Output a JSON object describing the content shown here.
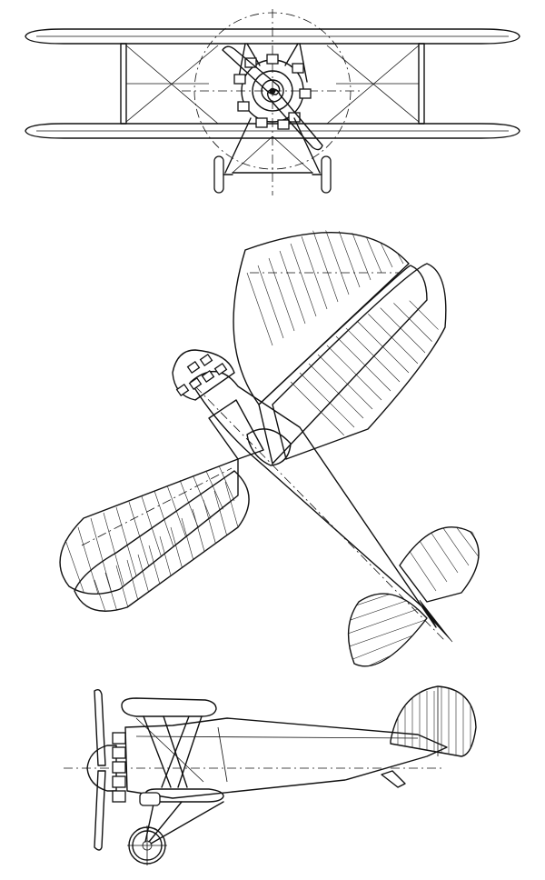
{
  "views": [
    {
      "id": "front"
    },
    {
      "id": "plan"
    },
    {
      "id": "side"
    }
  ],
  "colors": {
    "ink": "#111111",
    "paper": "#ffffff"
  }
}
